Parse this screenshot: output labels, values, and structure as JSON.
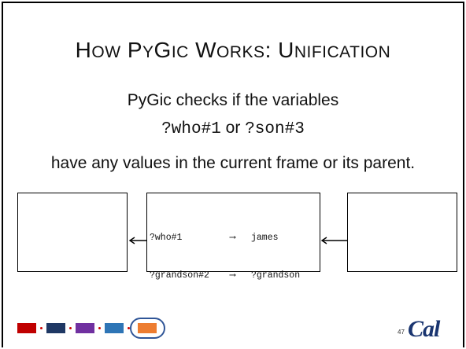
{
  "title": {
    "part1_cap": "H",
    "part1_rest": "OW",
    "part2_cap": "P",
    "part2_mid": "Y",
    "part2_cap2": "G",
    "part2_rest": "IC",
    "part3_cap": "W",
    "part3_rest": "ORKS",
    "colon": ":",
    "part4_cap": "U",
    "part4_rest": "NIFICATION"
  },
  "body": {
    "line1": "PyGic checks if the variables",
    "var1": "?who#1",
    "or": "or",
    "var2": "?son#3",
    "line3": "have any values in the current frame or its parent."
  },
  "frame": {
    "bindings": [
      {
        "var": "?who#1",
        "arrow": "⟶",
        "value": "james"
      },
      {
        "var": "?grandson#2",
        "arrow": "⟶",
        "value": "?grandson"
      }
    ]
  },
  "footer": {
    "page_number": "47",
    "logo_text": "Cal",
    "nav_colors": [
      "#c00000",
      "#1f3864",
      "#7030a0",
      "#2e75b6",
      "#ed7d31"
    ]
  }
}
